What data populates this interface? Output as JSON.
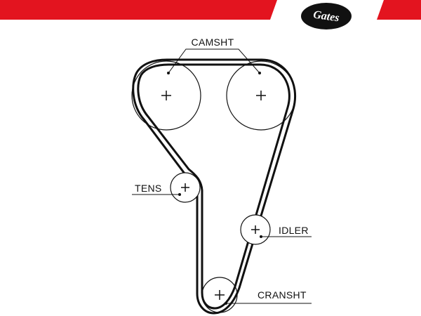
{
  "brand": {
    "logo_text": "Gates",
    "accent_color": "#e3141f"
  },
  "labels": {
    "camshaft": "CAMSHT",
    "tensioner": "TENS",
    "idler": "IDLER",
    "crankshaft": "CRANSHT"
  },
  "colors": {
    "belt": "#111111",
    "line": "#111111"
  }
}
